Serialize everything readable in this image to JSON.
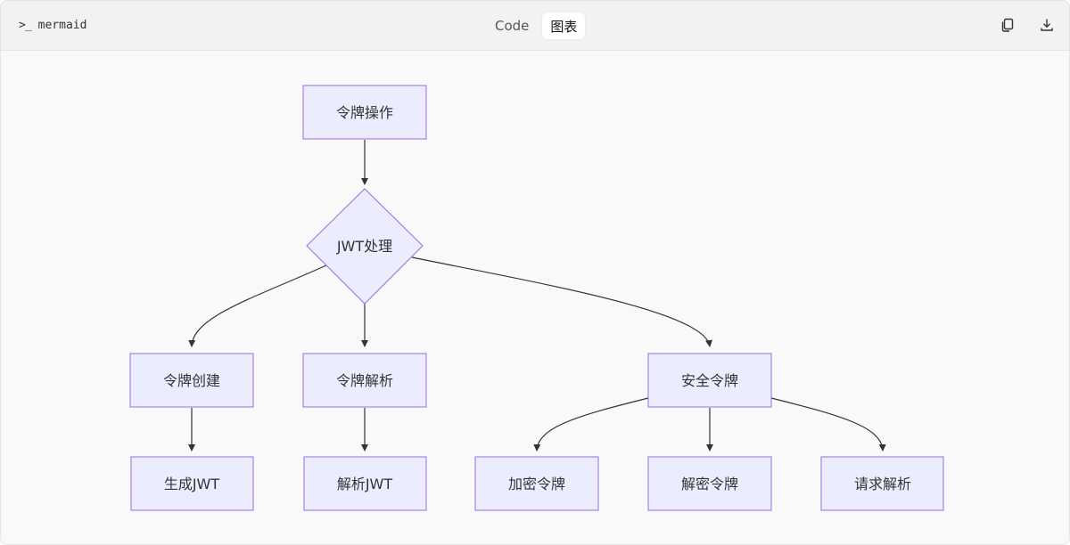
{
  "header": {
    "language_label": "mermaid",
    "tabs": [
      {
        "label": "Code",
        "active": false
      },
      {
        "label": "图表",
        "active": true
      }
    ],
    "icons": [
      "terminal-prompt-icon",
      "copy-icon",
      "download-icon"
    ]
  },
  "diagram": {
    "type": "flowchart",
    "colors": {
      "node_fill": "#ECECFF",
      "node_stroke": "#9370DB",
      "edge": "#333333"
    },
    "nodes": [
      {
        "id": "token_ops",
        "label": "令牌操作",
        "shape": "rect"
      },
      {
        "id": "jwt_proc",
        "label": "JWT处理",
        "shape": "diamond"
      },
      {
        "id": "token_create",
        "label": "令牌创建",
        "shape": "rect"
      },
      {
        "id": "token_parse",
        "label": "令牌解析",
        "shape": "rect"
      },
      {
        "id": "secure_token",
        "label": "安全令牌",
        "shape": "rect"
      },
      {
        "id": "gen_jwt",
        "label": "生成JWT",
        "shape": "rect"
      },
      {
        "id": "parse_jwt",
        "label": "解析JWT",
        "shape": "rect"
      },
      {
        "id": "encrypt_token",
        "label": "加密令牌",
        "shape": "rect"
      },
      {
        "id": "decrypt_token",
        "label": "解密令牌",
        "shape": "rect"
      },
      {
        "id": "request_parse",
        "label": "请求解析",
        "shape": "rect"
      }
    ],
    "edges": [
      {
        "from": "token_ops",
        "to": "jwt_proc"
      },
      {
        "from": "jwt_proc",
        "to": "token_create"
      },
      {
        "from": "jwt_proc",
        "to": "token_parse"
      },
      {
        "from": "jwt_proc",
        "to": "secure_token"
      },
      {
        "from": "token_create",
        "to": "gen_jwt"
      },
      {
        "from": "token_parse",
        "to": "parse_jwt"
      },
      {
        "from": "secure_token",
        "to": "encrypt_token"
      },
      {
        "from": "secure_token",
        "to": "decrypt_token"
      },
      {
        "from": "secure_token",
        "to": "request_parse"
      }
    ]
  }
}
